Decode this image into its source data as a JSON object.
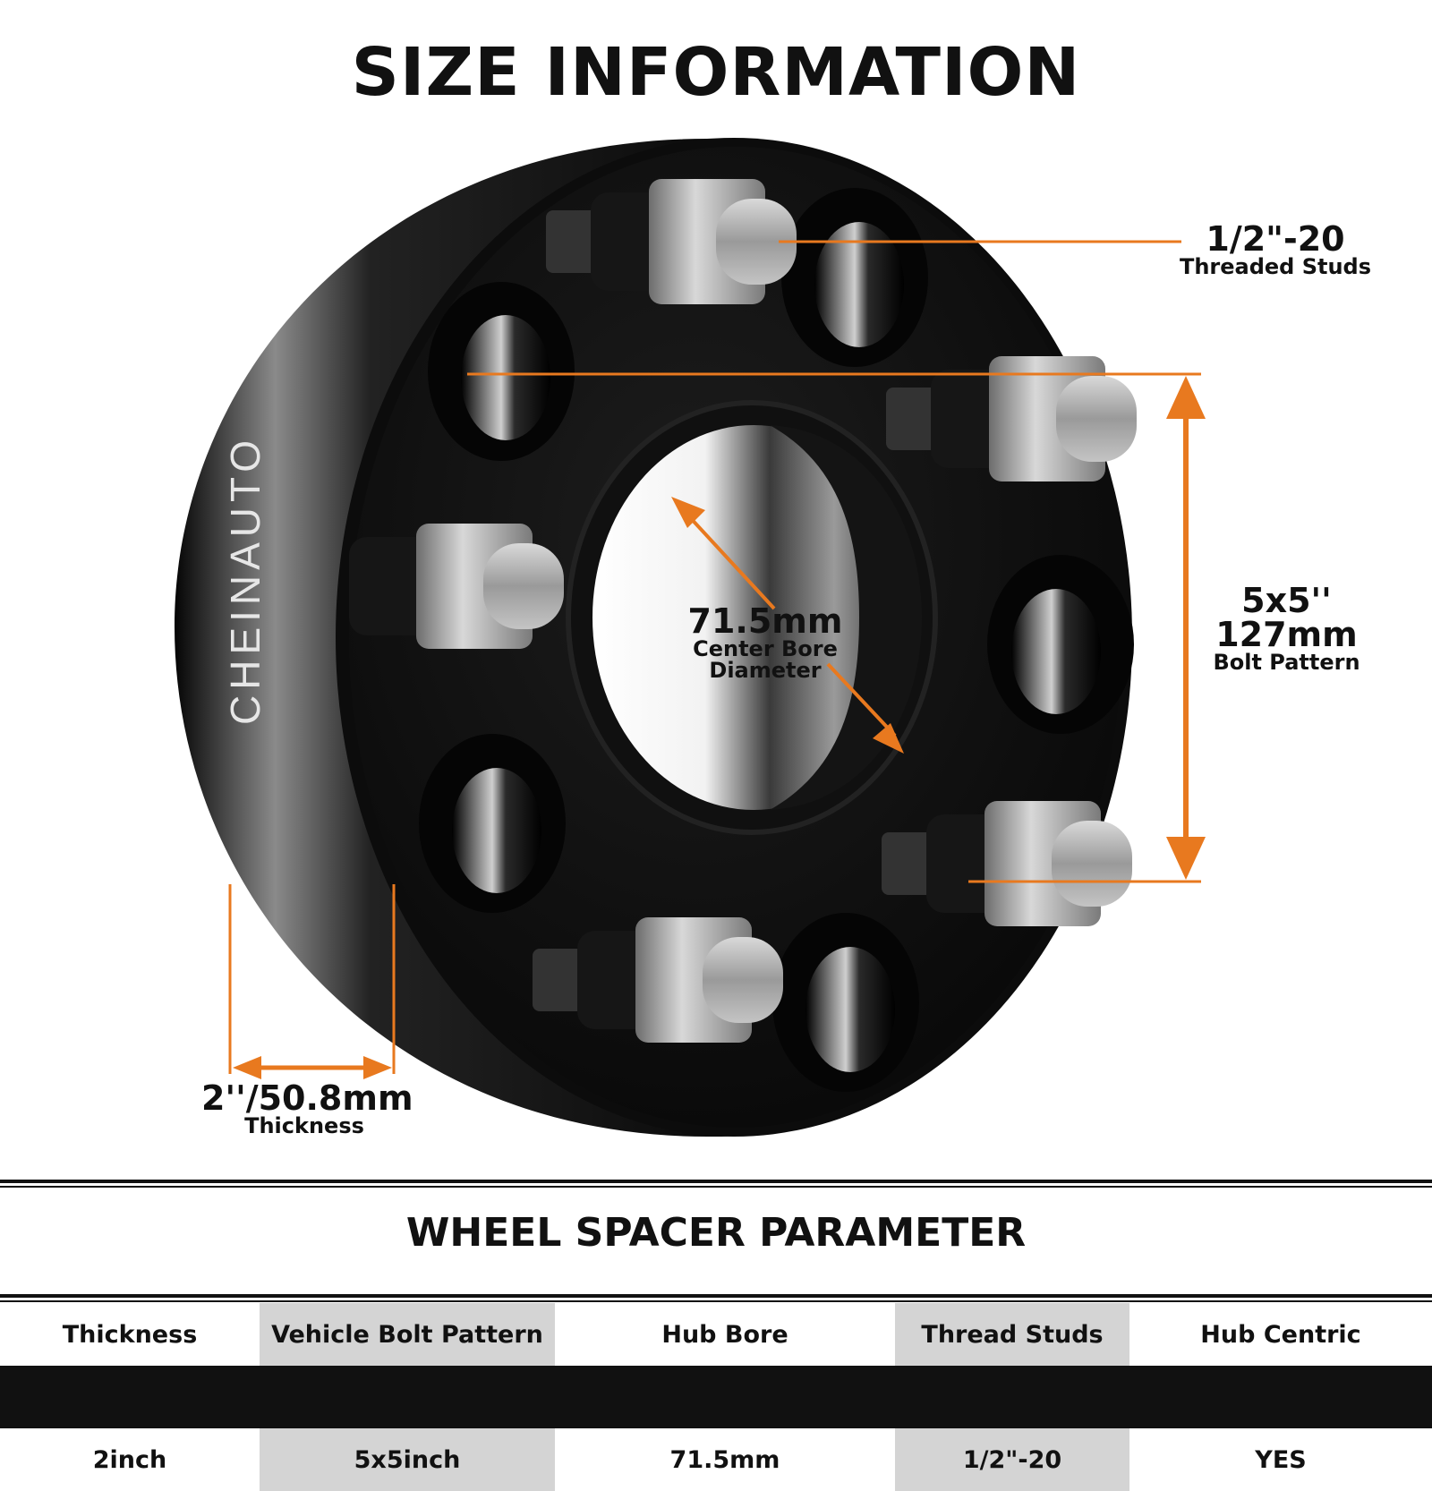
{
  "page": {
    "title": "SIZE INFORMATION",
    "brand_text": "CHEINAUTO"
  },
  "colors": {
    "accent": "#e8791f",
    "spacer": "#151515",
    "stud": "#a8a8a8"
  },
  "labels": {
    "studs": {
      "value": "1/2\"-20",
      "caption": "Threaded Studs"
    },
    "bolt_pattern": {
      "value_imperial": "5x5''",
      "value_metric": "127mm",
      "caption": "Bolt Pattern"
    },
    "center_bore": {
      "value": "71.5mm",
      "caption_line1": "Center Bore",
      "caption_line2": "Diameter"
    },
    "thickness": {
      "value": "2''/50.8mm",
      "caption": "Thickness"
    }
  },
  "parameters": {
    "title": "WHEEL SPACER PARAMETER",
    "headers": [
      "Thickness",
      "Vehicle Bolt Pattern",
      "Hub Bore",
      "Thread Studs",
      "Hub Centric"
    ],
    "values": [
      "2inch",
      "5x5inch",
      "71.5mm",
      "1/2\"-20",
      "YES"
    ]
  }
}
